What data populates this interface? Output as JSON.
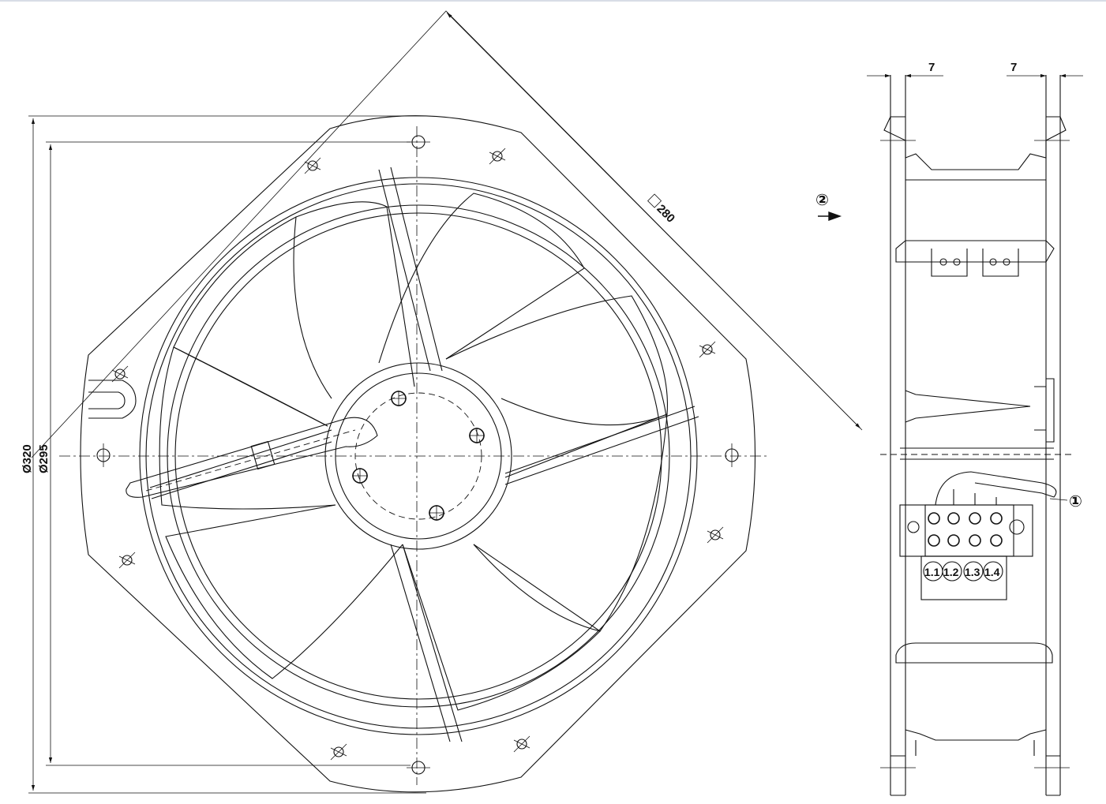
{
  "dimensions": {
    "diameter_outer": "Ø320",
    "diameter_inner": "Ø295",
    "square": "280",
    "side_left": "7",
    "side_right": "7"
  },
  "markers": {
    "airflow": "②",
    "terminal_box": "①"
  },
  "terminals": [
    "1.1",
    "1.2",
    "1.3",
    "1.4"
  ],
  "icons": {
    "square": "square-symbol-icon",
    "airflow_arrow": "arrow-right-icon"
  }
}
